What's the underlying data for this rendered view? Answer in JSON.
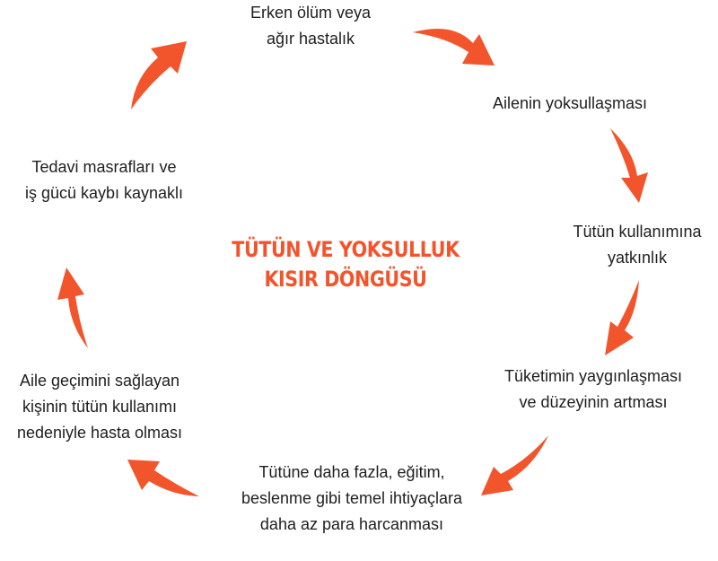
{
  "title": {
    "line1": "TÜTÜN VE YOKSULLUK",
    "line2": "KISIR DÖNGÜSÜ"
  },
  "nodes": [
    {
      "lines": [
        "Erken ölüm veya",
        "ağır hastalık"
      ]
    },
    {
      "lines": [
        "Ailenin yoksullaşması"
      ]
    },
    {
      "lines": [
        "Tütün kullanımına",
        "yatkınlık"
      ]
    },
    {
      "lines": [
        "Tüketimin yaygınlaşması",
        "ve düzeyinin artması"
      ]
    },
    {
      "lines": [
        "Tütüne daha fazla, eğitim,",
        "beslenme gibi temel ihtiyaçlara",
        "daha az para harcanması"
      ]
    },
    {
      "lines": [
        "Aile geçimini sağlayan",
        "kişinin tütün kullanımı",
        "nedeniyle hasta olması"
      ]
    },
    {
      "lines": [
        "Tedavi masrafları ve",
        "iş gücü kaybı kaynaklı"
      ]
    }
  ],
  "colors": {
    "accent": "#f2552c",
    "text": "#1e1e1e"
  }
}
